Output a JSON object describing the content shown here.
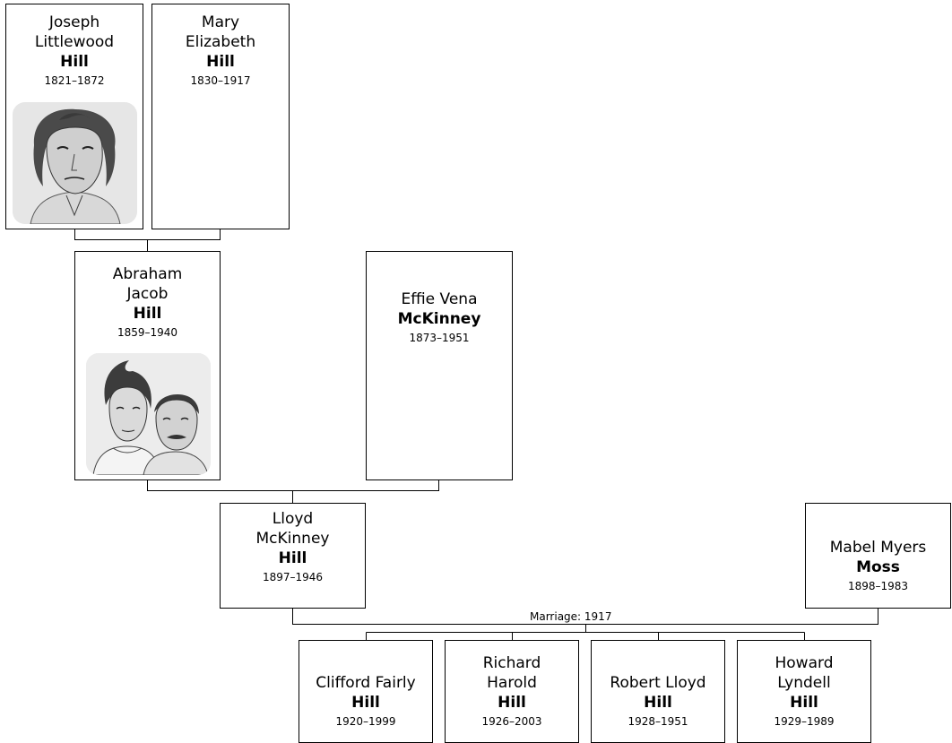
{
  "people": {
    "joseph": {
      "given": [
        "Joseph",
        "Littlewood"
      ],
      "surname": "Hill",
      "dates": "1821–1872",
      "photo": "portrait-man-sketch"
    },
    "mary": {
      "given": [
        "Mary",
        "Elizabeth"
      ],
      "surname": "Hill",
      "dates": "1830–1917"
    },
    "abraham": {
      "given": [
        "Abraham",
        "Jacob"
      ],
      "surname": "Hill",
      "dates": "1859–1940",
      "photo": "portrait-couple-sketch"
    },
    "effie": {
      "given": [
        "Effie Vena"
      ],
      "surname": "McKinney",
      "dates": "1873–1951"
    },
    "lloyd": {
      "given": [
        "Lloyd",
        "McKinney"
      ],
      "surname": "Hill",
      "dates": "1897–1946"
    },
    "mabel": {
      "given": [
        "Mabel Myers"
      ],
      "surname": "Moss",
      "dates": "1898–1983"
    },
    "clifford": {
      "given": [
        "Clifford Fairly"
      ],
      "surname": "Hill",
      "dates": "1920–1999"
    },
    "richard": {
      "given": [
        "Richard",
        "Harold"
      ],
      "surname": "Hill",
      "dates": "1926–2003"
    },
    "robert": {
      "given": [
        "Robert Lloyd"
      ],
      "surname": "Hill",
      "dates": "1928–1951"
    },
    "howard": {
      "given": [
        "Howard",
        "Lyndell"
      ],
      "surname": "Hill",
      "dates": "1929–1989"
    }
  },
  "marriage_label": "Marriage: 1917",
  "colors": {
    "line": "#000000",
    "box_border": "#000000",
    "background": "#ffffff"
  }
}
